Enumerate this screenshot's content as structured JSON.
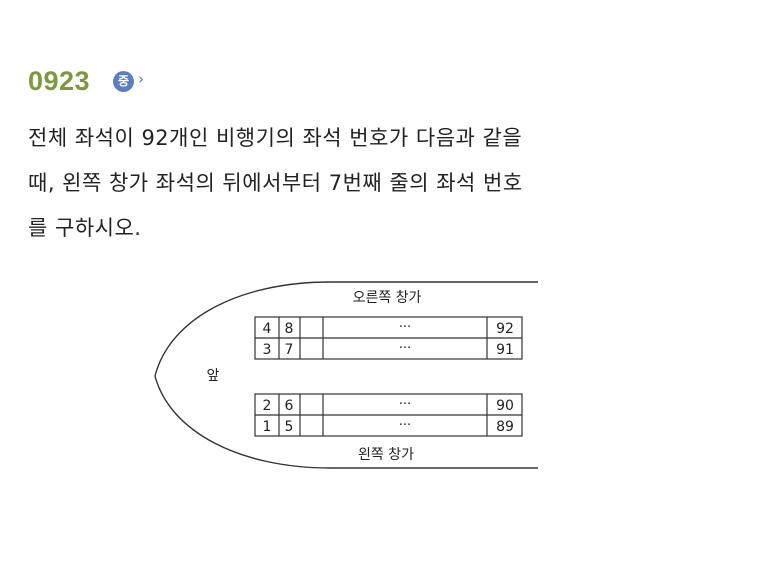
{
  "problem": {
    "number": "0923",
    "level": "중",
    "level_arrow": "›",
    "question_lines": [
      "전체 좌석이 92개인 비행기의 좌석 번호가 다음과 같을",
      "때, 왼쪽 창가 좌석의 뒤에서부터 7번째 줄의 좌석 번호",
      "를 구하시오."
    ]
  },
  "diagram": {
    "right_window_label": "오른쪽 창가",
    "left_window_label": "왼쪽 창가",
    "front_label": "앞",
    "upper_block": [
      [
        "4",
        "8",
        "···",
        "92"
      ],
      [
        "3",
        "7",
        "···",
        "91"
      ]
    ],
    "lower_block": [
      [
        "2",
        "6",
        "···",
        "90"
      ],
      [
        "1",
        "5",
        "···",
        "89"
      ]
    ]
  }
}
